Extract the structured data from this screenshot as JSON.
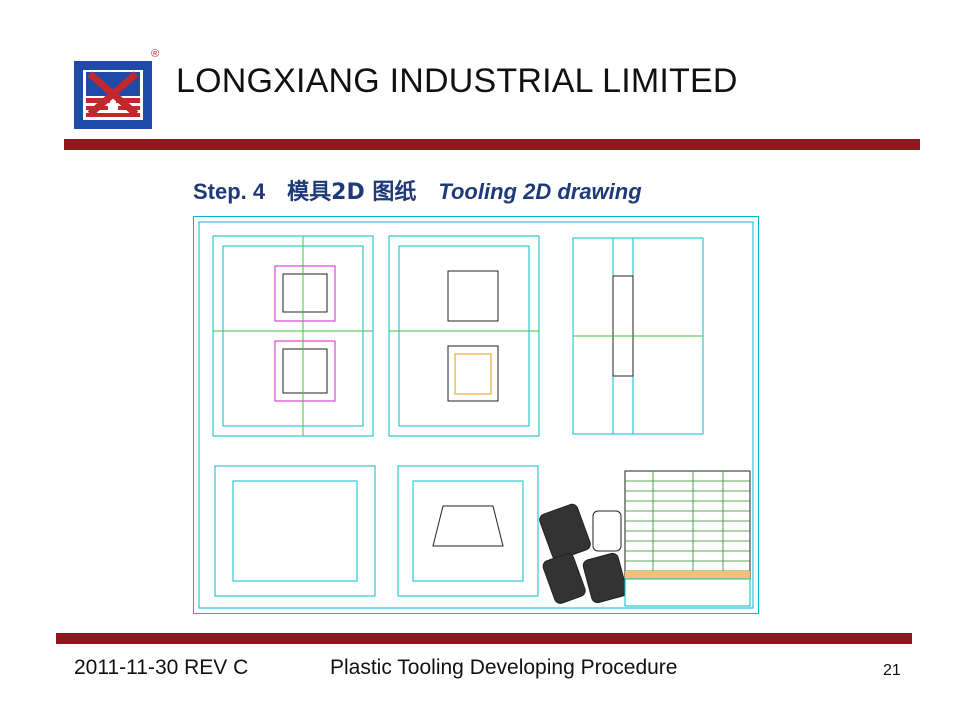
{
  "header": {
    "company_name": "LONGXIANG INDUSTRIAL LIMITED",
    "registered_mark": "®",
    "logo": "longxiang-logo",
    "brand_red": "#c0282d",
    "brand_blue": "#1f4aa8",
    "bar_color": "#8b1a1d"
  },
  "slide": {
    "step_label": "Step. 4",
    "step_title_zh": "模具2D 图纸",
    "step_title_en": "Tooling 2D drawing",
    "title_color": "#1f3a78",
    "figure": "tooling-2d-cad-drawing",
    "cad_line_color": "#00b8c8"
  },
  "footer": {
    "date_rev": "2011-11-30  REV C",
    "doc_title": "Plastic Tooling Developing Procedure",
    "page_number": "21"
  }
}
